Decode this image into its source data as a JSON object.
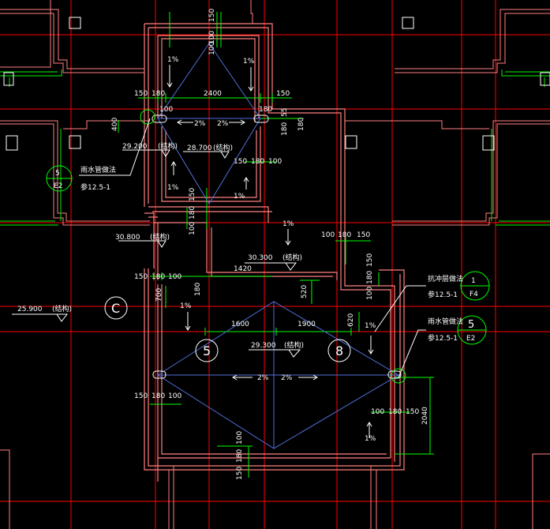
{
  "colors": {
    "background": "#000000",
    "axis": "#ff0000",
    "wall": "#ff8080",
    "parapet": "#00c800",
    "dimension": "#00ff00",
    "slope": "#4f6fd8",
    "text": "#ffffff"
  },
  "dims": {
    "d150_top": "150",
    "d100_a": "100",
    "d100_b": "100",
    "d150_l1": "150",
    "d180_l1": "180",
    "d100_l1": "100",
    "d2400": "2400",
    "d150_r1": "150",
    "d180_r1": "180",
    "d55": "55",
    "d400": "400",
    "d180_r2": "180",
    "d180_r3": "180",
    "d150_mid": "150",
    "d180_mid": "180",
    "d100_mid": "100",
    "d150_v": "150",
    "d180_v": "180",
    "d100_v": "100",
    "d100_r4": "100",
    "d180_r4": "180",
    "d150_r4": "150",
    "d150_r5": "150",
    "d180_r5": "180",
    "d1420": "1420",
    "d150_l2": "150",
    "d180_l2": "180",
    "d100_l2": "100",
    "d700": "700",
    "d180_c": "180",
    "d520": "520",
    "d100_r6": "100",
    "d1600": "1600",
    "d1900": "1900",
    "d620": "620",
    "d150_l3": "150",
    "d180_l3": "180",
    "d100_l3": "100",
    "d100_r7": "100",
    "d180_r7": "180",
    "d150_r7": "150",
    "d2040": "2040",
    "d100_b1": "100",
    "d180_b1": "180",
    "d150_b1": "150"
  },
  "slopes": {
    "s1": "1%",
    "s2": "1%",
    "s3": "2%",
    "s4": "2%",
    "s5": "1%",
    "s6": "1%",
    "s7": "1%",
    "s8": "1%",
    "s9": "1%",
    "s10": "2%",
    "s11": "2%",
    "s12": "1%"
  },
  "levels": {
    "l29200": "29.200",
    "l29200_note": "(结构)",
    "l28700": "28.700",
    "l28700_note": "(结构)",
    "l30800": "30.800",
    "l30800_note": "(结构)",
    "l30300": "30.300",
    "l30300_note": "(结构)",
    "l25900": "25.900",
    "l25900_note": "(结构)",
    "l29300": "29.300",
    "l29300_note": "(结构)"
  },
  "callouts": {
    "c1_title": "雨水管做法",
    "c1_ref": "参12.5-1",
    "c2_title": "抗冲层做法",
    "c2_ref": "参12.5-1",
    "c3_title": "雨水管做法",
    "c3_ref": "参12.5-1"
  },
  "bubbles": {
    "b1_top": "5",
    "b1_bottom": "E2",
    "b2_top": "1",
    "b2_bottom": "F4",
    "b3_top": "5",
    "b3_bottom": "E2",
    "axis_c": "C",
    "axis_5": "5",
    "axis_8": "8"
  }
}
